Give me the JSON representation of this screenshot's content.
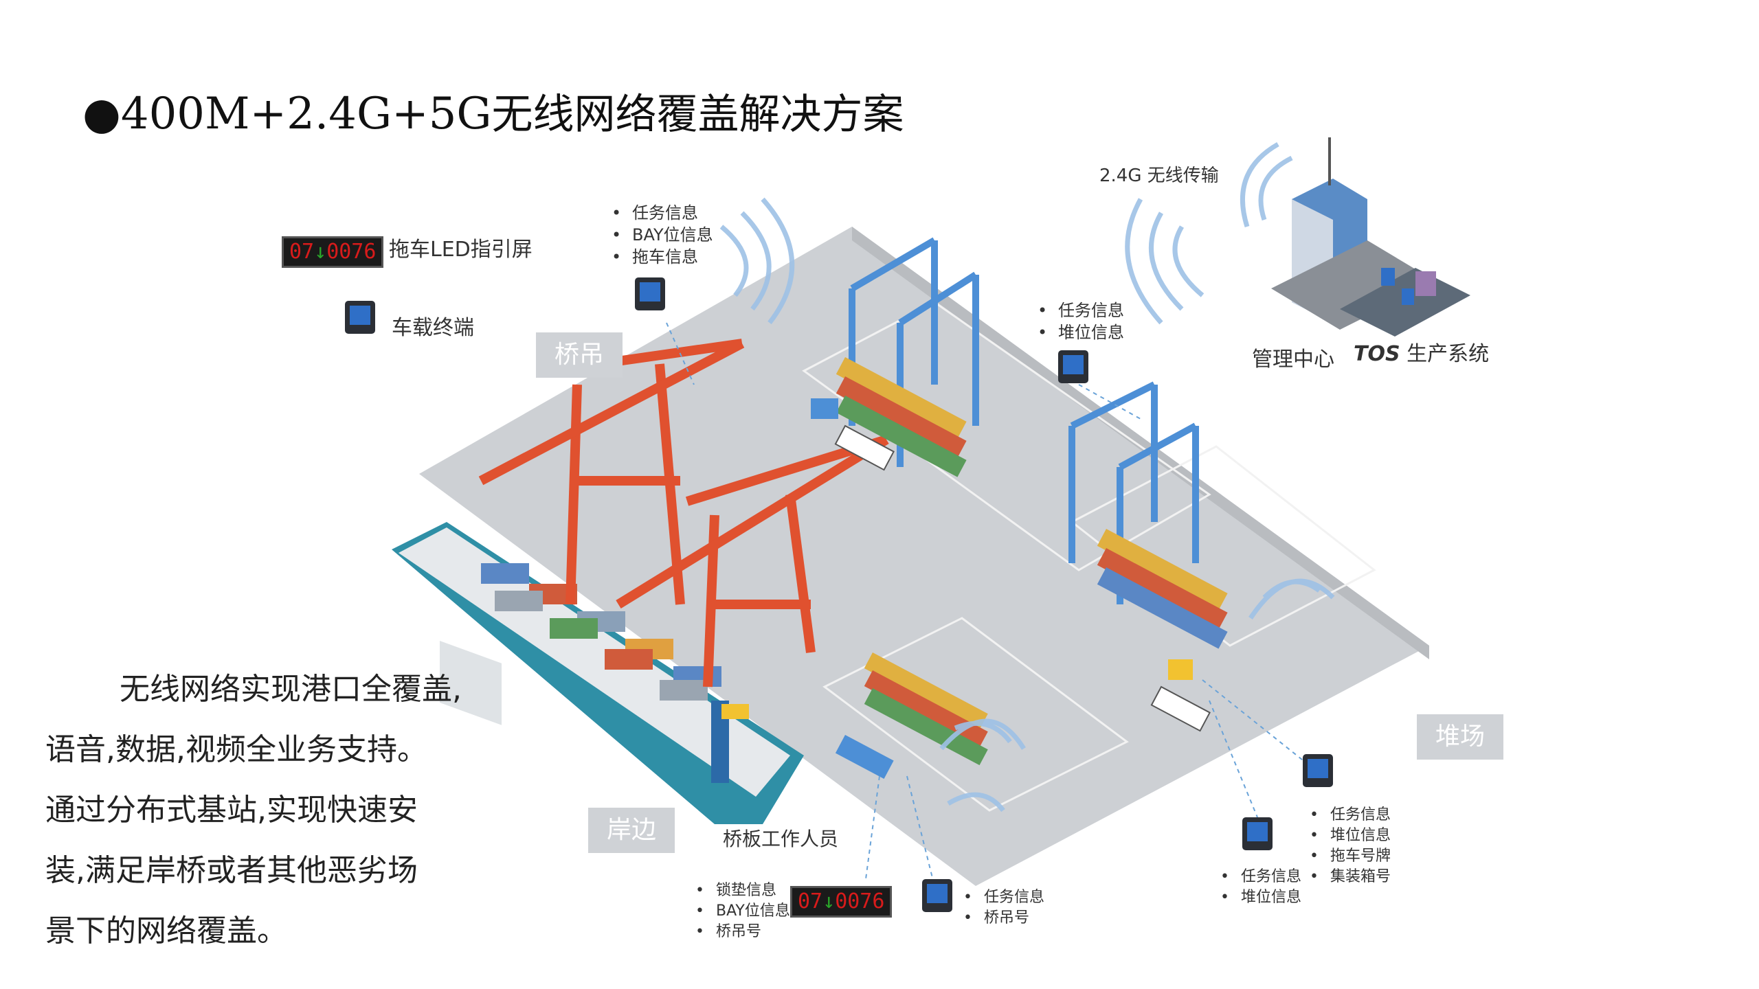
{
  "title": {
    "bullet": "●",
    "prefix": "400M+2.4G+5G",
    "rest": "无线网络覆盖解决方案"
  },
  "paragraph": [
    "无线网络实现港口全覆盖,",
    "语音,数据,视频全业务支持。",
    "通过分布式基站,实现快速安",
    "装,满足岸桥或者其他恶劣场",
    "景下的网络覆盖。"
  ],
  "legend": {
    "led_screen": {
      "code_left": "07",
      "arrow": "↓",
      "code_right": "0076",
      "label": "拖车LED指引屏"
    },
    "vehicle_terminal": {
      "label": "车载终端"
    }
  },
  "zones": {
    "crane": "桥吊",
    "yard": "堆场",
    "shore": "岸边"
  },
  "top_terminal_info": [
    "任务信息",
    "BAY位信息",
    "拖车信息"
  ],
  "wireless_label": "2.4G 无线传输",
  "mgmt_center": "管理中心",
  "tos": {
    "brand": "TOS",
    "label": "生产系统"
  },
  "yard_crane_info": [
    "任务信息",
    "堆位信息"
  ],
  "bridge_worker": "桥板工作人员",
  "bottom_left_info": [
    "锁垫信息",
    "BAY位信息",
    "桥吊号"
  ],
  "bottom_led": {
    "code_left": "07",
    "arrow": "↓",
    "code_right": "0076"
  },
  "bottom_center_info": [
    "任务信息",
    "桥吊号"
  ],
  "bottom_right_info_a": [
    "任务信息",
    "堆位信息"
  ],
  "bottom_right_info_b": [
    "任务信息",
    "堆位信息",
    "拖车号牌",
    "集装箱号"
  ],
  "colors": {
    "crane_red": "#e0512f",
    "gantry_blue": "#4d8fd6",
    "ground": "#cdd0d4",
    "signal": "#9ec1e6"
  }
}
